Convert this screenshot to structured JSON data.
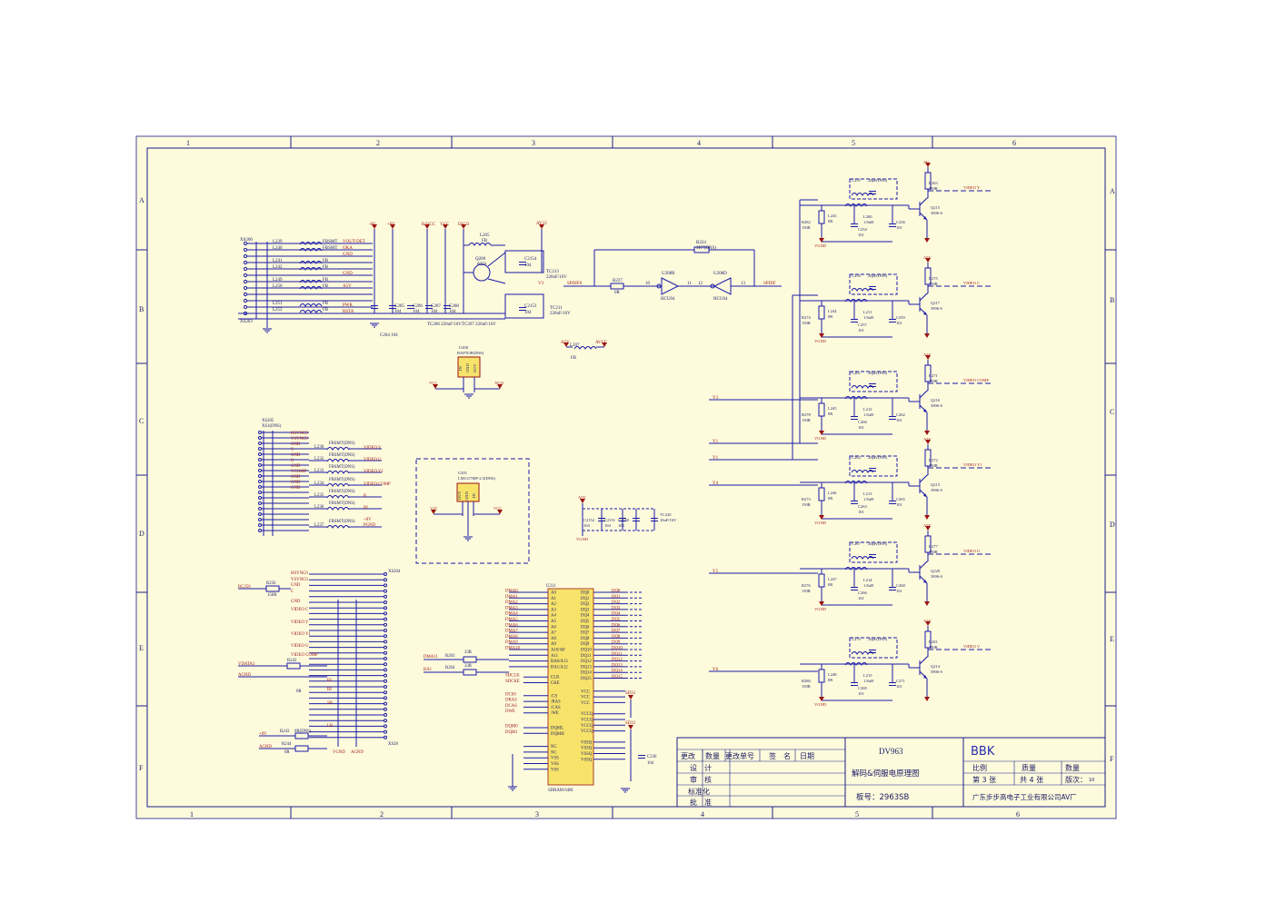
{
  "frame": {
    "col_numbers": [
      "1",
      "2",
      "3",
      "4",
      "5",
      "6"
    ],
    "row_letters": [
      "A",
      "B",
      "C",
      "D",
      "E",
      "F"
    ],
    "colors": {
      "paper": "#fdfbdc",
      "frame": "#1d1d8a",
      "wire": "#1a1aa8",
      "power": "#9c1212",
      "text": "#1a1a66"
    }
  },
  "title_block": {
    "col_headers": [
      "更改",
      "数量",
      "更改单号",
      "签　名",
      "日期"
    ],
    "role_labels": [
      "设　计",
      "审　核",
      "标准化",
      "批　准"
    ],
    "model": "DV963",
    "title": "解码&伺服电原理图",
    "board": "板号：2963SB",
    "logo": "BBK",
    "scale_label": "比例",
    "mass_label": "质量",
    "qty_label": "数量",
    "sheet_no": "第 3 张",
    "sheet_total": "共 4 张",
    "version": "版次：",
    "version_no": "10",
    "company": "广东步步高电子工业有限公司AV厂"
  },
  "connector_top": {
    "ref": "XS200",
    "ref2": "XS203",
    "inductors": [
      "L239",
      "L240",
      "L241",
      "L242",
      "L249",
      "L250",
      "L251",
      "L252"
    ],
    "beads": [
      "FBSMT",
      "FBSMT",
      "FB",
      "FB",
      "FB",
      "FB",
      "FB",
      "FB"
    ],
    "nets": [
      "VOUT-DET",
      "OKA",
      "GND",
      "",
      "",
      "GND",
      "",
      "A5V",
      "PWR",
      "RSTA"
    ],
    "rails": [
      "-8V",
      "+8V",
      "B/VCC",
      "VCC",
      "DV33",
      "AV33"
    ],
    "caps": [
      "C264 104",
      "C205 104",
      "C206 104",
      "C207 104",
      "C208 104"
    ],
    "elec_caps": [
      "TC206 220uF/16V",
      "TC207 220uF/16V"
    ]
  },
  "regulator_area": {
    "l205": "L205",
    "fb": "FB",
    "q200": "Q200",
    "q200_type": "8050",
    "c2154": "C2154",
    "c2153": "C2153",
    "c104": "104",
    "tc213": "TC213",
    "tc213_val": "220uF/16V",
    "tc211": "TC211",
    "tc211_val": "220uF/16V",
    "v3": "V3",
    "av33": "AV33",
    "u200_a": "U200",
    "u200_b": "BAPTOP(DNS)",
    "vcc_in": "VCC",
    "av33_out": "AV33",
    "u201_a": "U201",
    "u201_b": "LM1117MP-2.5(DNS)",
    "v25": "V25",
    "vcc2": "VCC",
    "pin_in": "IN",
    "pin_gnd": "GND",
    "pin_out": "OUT",
    "l207": "L207",
    "l207_val": "FB",
    "a5v": "A5V",
    "avcc": "AVCC"
  },
  "spdif": {
    "in_net": "SPDIF0",
    "r227": "R227",
    "r227_val": "0R",
    "r224": "R224",
    "r224_val": "4K7(DNS)",
    "u208b": "U208B",
    "u208d": "U208D",
    "hcu04": "HCU04",
    "pin10": "10",
    "pin11": "11",
    "pin12": "12",
    "pin13": "13",
    "out_net": "SPDIF"
  },
  "connector_mid": {
    "ref": "XS205",
    "ref2": "XS1(DNS)",
    "pins": [
      "HSYNC0",
      "VSYNC0",
      "GND",
      "Y",
      "GND",
      "U",
      "GND",
      "VCOMP",
      "GND",
      "GND",
      "GND"
    ],
    "beads": [
      "L230 FBSMT(DNS)",
      "L232 FBSMT(DNS)",
      "L233 FBSMT(DNS)",
      "L234 FBSMT(DNS)",
      "L235 FBSMT(DNS)",
      "L236 FBSMT(DNS)",
      "L237 FBSMT(DNS)"
    ],
    "outs": [
      "VIDEO V",
      "VIDEO U",
      "VIDEO Y1",
      "VIDEO COMP",
      "R",
      "BI",
      "+8V",
      "PGND"
    ]
  },
  "cap_bank": {
    "a5v": "A5V",
    "vgnd": "VGND",
    "caps": [
      "C2152 104",
      "C2151 104",
      "C2150 104"
    ],
    "tc": "TC220",
    "tc_val": "10uF/16V"
  },
  "connector_bot": {
    "ref": "XS204",
    "ref2": "XS28",
    "rc": "RC256",
    "r256": "R256",
    "r256_val": "150R",
    "left_pins": [
      "HSYNC0",
      "VSYNC0",
      "GND",
      "C",
      "GND",
      "VIDEO C",
      "VIDEO Y",
      "VIDEO Y1",
      "VIDEO U",
      "VIDEO COMP"
    ],
    "vdata": "VDATA3",
    "agnd": "AGND",
    "r242": "R242",
    "r242_val": "0R",
    "r243": "R243",
    "r243_val": "0R(DNS)",
    "r244": "R244",
    "r244_val": "0R",
    "plus8v": "+8V",
    "agnd2": "AGND",
    "vgnd": "VGND",
    "agnd3": "AGND",
    "mids": [
      "BI",
      "BI",
      "SB",
      "LR"
    ]
  },
  "sdram": {
    "ref": "U211",
    "part": "SDRAM 64M",
    "left_nets": [
      "DMA0",
      "DMA1",
      "DMA2",
      "DMA3",
      "DMA4",
      "DMA5",
      "DMA6",
      "DMA7",
      "DMA8",
      "DMA9",
      "DMA10"
    ],
    "left_pins": [
      "A0",
      "A1",
      "A2",
      "A3",
      "A4",
      "A5",
      "A6",
      "A7",
      "A8",
      "A9",
      "A10/AP",
      "A11",
      "BA0/A13",
      "BA1/A12"
    ],
    "ctl_nets": [
      "SDCLK",
      "SDCKE",
      "DCS0",
      "DRAS",
      "DCAS",
      "DWE",
      "DQM0",
      "DQM1"
    ],
    "ctl_pins": [
      "CLK",
      "CKE",
      "/CS",
      "/RAS",
      "/CAS",
      "/WE",
      "DQML",
      "DQMH",
      "NC",
      "NC",
      "VSS",
      "VSS",
      "VSS"
    ],
    "dma11": "DMA11",
    "ba1": "BA1",
    "r263": "R263",
    "r263_val": "33R",
    "r264": "R264",
    "r264_val": "33R",
    "right_pins": [
      "DQ0",
      "DQ1",
      "DQ2",
      "DQ3",
      "DQ4",
      "DQ5",
      "DQ6",
      "DQ7",
      "DQ8",
      "DQ9",
      "DQ10",
      "DQ11",
      "DQ12",
      "DQ13",
      "DQ14",
      "DQ15",
      "VCC",
      "VCC",
      "VCC",
      "VCCQ",
      "VCCQ",
      "VCCQ",
      "VCCQ",
      "VSSQ",
      "VSSQ",
      "VSSQ",
      "VSSQ"
    ],
    "right_nets": [
      "DQ0",
      "DQ1",
      "DQ2",
      "DQ3",
      "DQ4",
      "DQ5",
      "DQ6",
      "DQ7",
      "DQ8",
      "DQ9",
      "DQ10",
      "DQ11",
      "DQ12",
      "DQ13",
      "DQ14",
      "DQ15"
    ],
    "sd33": "SD33",
    "sd33b": "SD33",
    "c236": "C236",
    "c236_val": "104"
  },
  "video_drivers": [
    {
      "r_in": "R282",
      "r_in_val": "150R",
      "l_a": "L243",
      "l_a_val": "0R",
      "l_b": "L200",
      "l_b_val": "1.8uH",
      "c_top": "C255",
      "c_top_val": "20pF(DNS)",
      "c_a": "C254",
      "c_a_val": "101",
      "c_b": "C256",
      "c_b_val": "101",
      "r_pwr": "R263",
      "r_pwr_val": "150R",
      "q": "Q215",
      "q_type": "3906-S",
      "pwr": "AV",
      "out": "VIDEO Y",
      "gnd": "VGND",
      "in": ""
    },
    {
      "r_in": "R274",
      "r_in_val": "150R",
      "l_a": "L244",
      "l_a_val": "0R",
      "l_b": "L211",
      "l_b_val": "1.8uH",
      "c_top": "C258",
      "c_top_val": "20pF(DNS)",
      "c_a": "C257",
      "c_a_val": "101",
      "c_b": "C259",
      "c_b_val": "101",
      "r_pwr": "R275",
      "r_pwr_val": "150R",
      "q": "Q217",
      "q_type": "3906-S",
      "pwr": "A5V",
      "out": "VIDEO C",
      "gnd": "VGND",
      "in": ""
    },
    {
      "r_in": "R278",
      "r_in_val": "150R",
      "l_a": "L245",
      "l_a_val": "0R",
      "l_b": "L212",
      "l_b_val": "1.8uH",
      "c_top": "C261",
      "c_top_val": "20pF(DNS)",
      "c_a": "C260",
      "c_a_val": "101",
      "c_b": "C262",
      "c_b_val": "101",
      "r_pwr": "R271",
      "r_pwr_val": "150R",
      "q": "Q216",
      "q_type": "3906-S",
      "pwr": "A5V",
      "out": "VIDEO COMP",
      "gnd": "VGND",
      "in": "Y3"
    },
    {
      "r_in": "R273",
      "r_in_val": "150R",
      "l_a": "L246",
      "l_a_val": "0R",
      "l_b": "L213",
      "l_b_val": "1.8uH",
      "c_top": "C264",
      "c_top_val": "20pF(DNS)",
      "c_a": "C263",
      "c_a_val": "101",
      "c_b": "C265",
      "c_b_val": "101",
      "r_pwr": "R272",
      "r_pwr_val": "150R",
      "q": "Q213",
      "q_type": "3906-S",
      "pwr": "A5V",
      "out": "VIDEO Y1",
      "gnd": "VGND",
      "in": "Y4"
    },
    {
      "r_in": "R276",
      "r_in_val": "150R",
      "l_a": "L247",
      "l_a_val": "0R",
      "l_b": "L214",
      "l_b_val": "1.8uH",
      "c_top": "C267",
      "c_top_val": "20pF(DNS)",
      "c_a": "C266",
      "c_a_val": "101",
      "c_b": "C268",
      "c_b_val": "101",
      "r_pwr": "R277",
      "r_pwr_val": "150R",
      "q": "Q220",
      "q_type": "3906-S",
      "pwr": "A5V",
      "out": "VIDEO U",
      "gnd": "VGND",
      "in": "Y5"
    },
    {
      "r_in": "R280",
      "r_in_val": "150R",
      "l_a": "L248",
      "l_a_val": "0R",
      "l_b": "L215",
      "l_b_val": "1.8uH",
      "c_top": "C270",
      "c_top_val": "20pF(DNS)",
      "c_a": "C269",
      "c_a_val": "101",
      "c_b": "C271",
      "c_b_val": "101",
      "r_pwr": "R281",
      "r_pwr_val": "150R",
      "q": "Q214",
      "q_type": "3906-S",
      "pwr": "A5V",
      "out": "VIDEO V",
      "gnd": "VGND",
      "in": "Y6"
    }
  ],
  "extra_inputs": [
    "Y1",
    "Y2"
  ]
}
